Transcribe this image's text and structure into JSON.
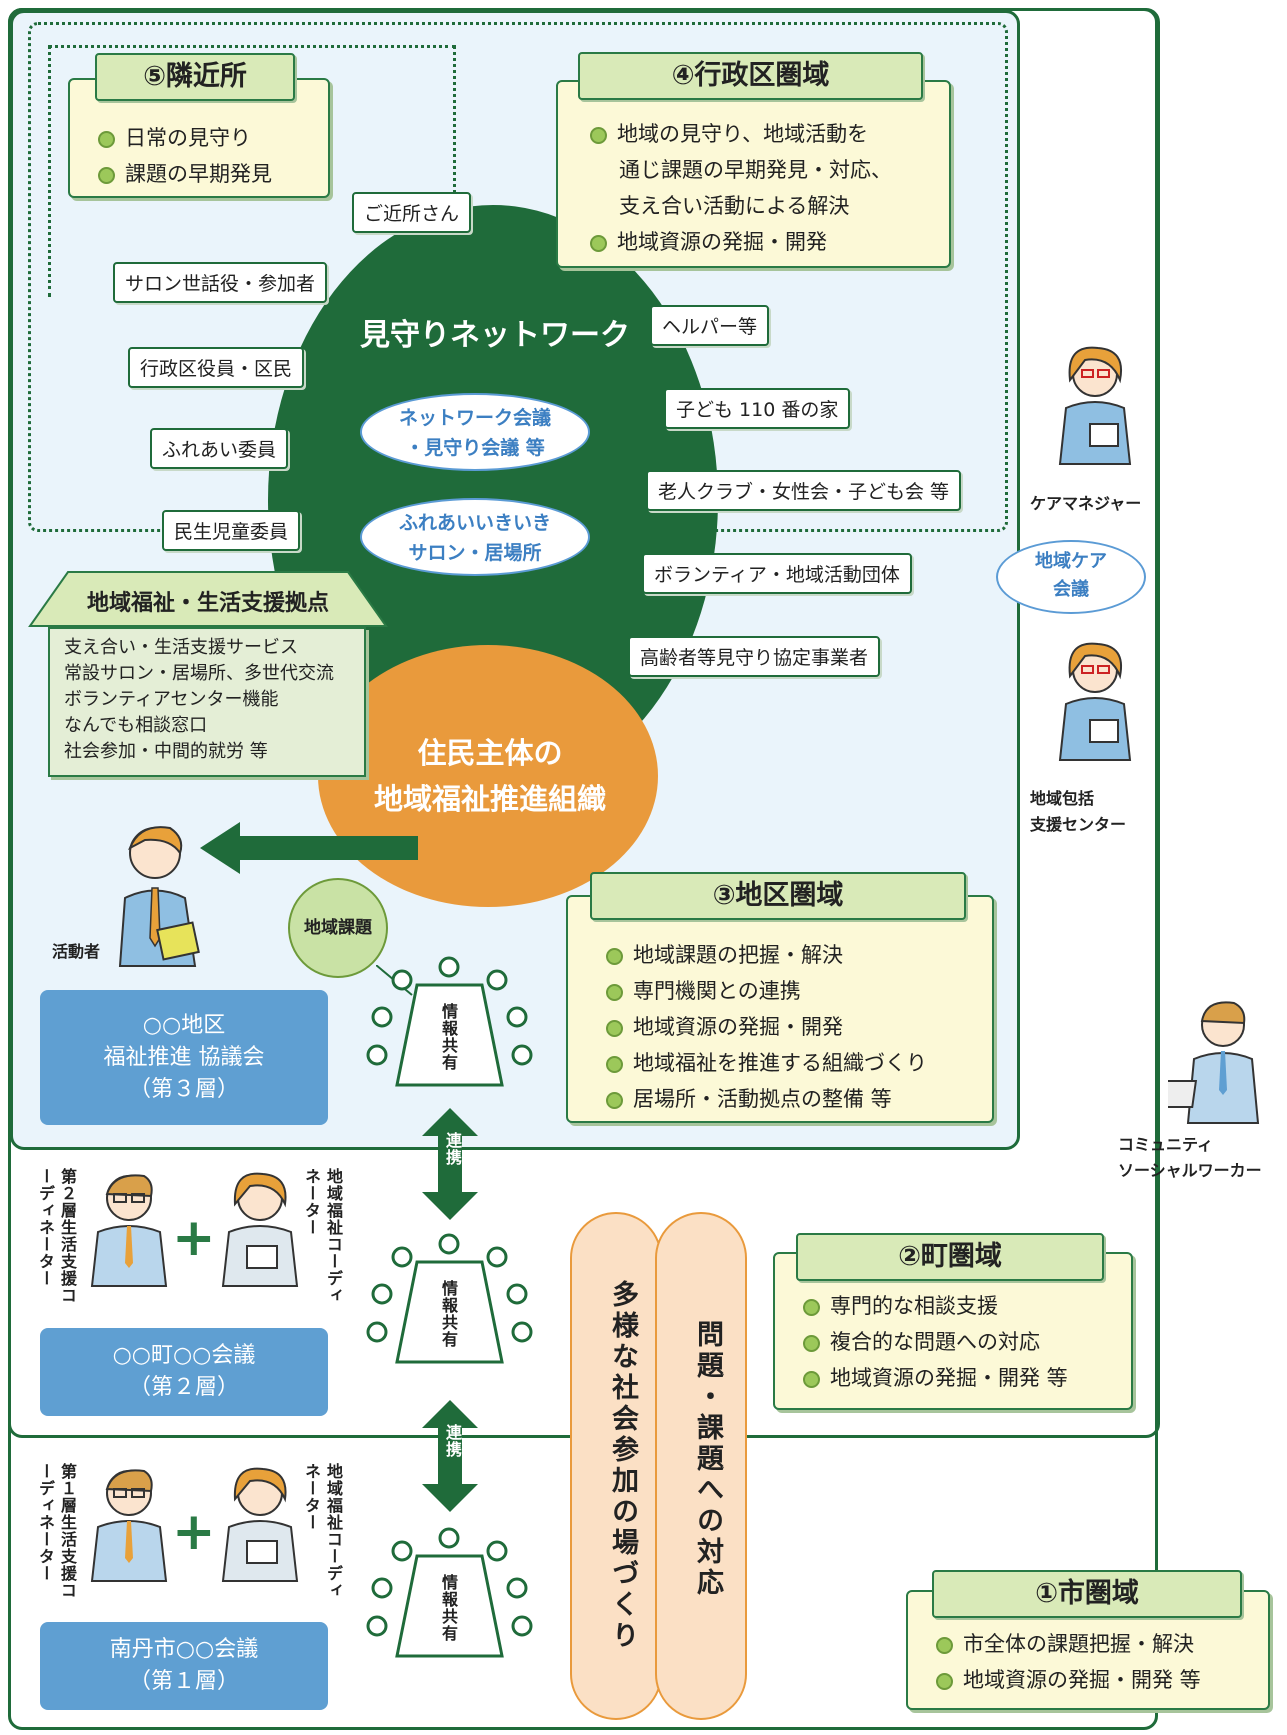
{
  "colors": {
    "green": "#1f6b3a",
    "blue": "#5f9fd2",
    "orange": "#e99a3c",
    "cream": "#fcf9d7",
    "light_green": "#d9eab8",
    "light_blue_bg": "#eaf4fb"
  },
  "area5": {
    "title": "⑤隣近所",
    "items": [
      "日常の見守り",
      "課題の早期発見"
    ]
  },
  "area4": {
    "title": "④行政区圏域",
    "items": [
      "地域の見守り、地域活動を",
      "通じ課題の早期発見・対応、",
      "支え合い活動による解決",
      "地域資源の発掘・開発"
    ]
  },
  "area3": {
    "title": "③地区圏域",
    "items": [
      "地域課題の把握・解決",
      "専門機関との連携",
      "地域資源の発掘・開発",
      "地域福祉を推進する組織づくり",
      "居場所・活動拠点の整備 等"
    ]
  },
  "area2": {
    "title": "②町圏域",
    "items": [
      "専門的な相談支援",
      "複合的な問題への対応",
      "地域資源の発掘・開発 等"
    ]
  },
  "area1": {
    "title": "①市圏域",
    "items": [
      "市全体の課題把握・解決",
      "地域資源の発掘・開発 等"
    ]
  },
  "network": {
    "title": "見守りネットワーク",
    "oval1": [
      "ネットワーク会議",
      "・見守り会議 等"
    ],
    "oval2": [
      "ふれあいいきいき",
      "サロン・居場所"
    ]
  },
  "labels": {
    "gokinjo": "ご近所さん",
    "salon": "サロン世話役・参加者",
    "gyoseiku": "行政区役員・区民",
    "fureai": "ふれあい委員",
    "minsei": "民生児童委員",
    "helper": "ヘルパー等",
    "kodomo110": "子ども 110 番の家",
    "roujin": "老人クラブ・女性会・子ども会 等",
    "volunteer": "ボランティア・地域活動団体",
    "koureisha": "高齢者等見守り協定事業者"
  },
  "hub": {
    "title": "地域福祉・生活支援拠点",
    "items": [
      "支え合い・生活支援サービス",
      "常設サロン・居場所、多世代交流",
      "ボランティアセンター機能",
      "なんでも相談窓口",
      "社会参加・中間的就労 等"
    ]
  },
  "orange": [
    "住民主体の",
    "地域福祉推進組織"
  ],
  "kadai": "地域課題",
  "katsudosha": "活動者",
  "johokyoyu": "情報共有",
  "renkei": "連携",
  "layer3": [
    "○○地区",
    "福祉推進 協議会",
    "（第３層）"
  ],
  "layer2": [
    "○○町○○会議",
    "（第２層）"
  ],
  "layer1": [
    "南丹市○○会議",
    "（第１層）"
  ],
  "coord2_left": "第２層生活支援コーディネーター",
  "coord1_left": "第１層生活支援コーディネーター",
  "coord_right": "地域福祉コーディネーター",
  "care_manager": "ケアマネジャー",
  "chiiki_care": [
    "地域ケア",
    "会議"
  ],
  "houkatsu": [
    "地域包括",
    "支援センター"
  ],
  "csw": [
    "コミュニティ",
    "ソーシャルワーカー"
  ],
  "pill1": "多様な社会参加の場づくり",
  "pill2": "問題・課題への対応"
}
